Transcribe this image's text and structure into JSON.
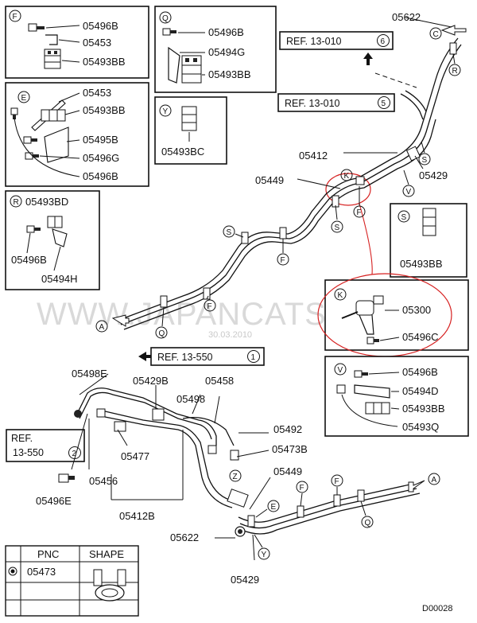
{
  "legend_boxes": {
    "F": {
      "letter": "F",
      "parts": [
        "05496B",
        "05453",
        "05493BB"
      ]
    },
    "Q": {
      "letter": "Q",
      "parts": [
        "05496B",
        "05494G",
        "05493BB"
      ]
    },
    "E": {
      "letter": "E",
      "parts": [
        "05453",
        "05493BB",
        "05495B",
        "05496G",
        "05496B"
      ]
    },
    "Y": {
      "letter": "Y",
      "parts": [
        "05493BC"
      ]
    },
    "R": {
      "letter": "R",
      "parts": [
        "05493BD",
        "05496B",
        "05494H"
      ]
    },
    "S": {
      "letter": "S",
      "parts": [
        "05493BB"
      ]
    },
    "K": {
      "letter": "K",
      "parts": [
        "05300",
        "05496C"
      ]
    },
    "V": {
      "letter": "V",
      "parts": [
        "05496B",
        "05494D",
        "05493BB",
        "05493Q"
      ]
    }
  },
  "refs": {
    "r1": {
      "text": "REF. 13-010",
      "num": "6"
    },
    "r2": {
      "text": "REF. 13-010",
      "num": "5"
    },
    "r3": {
      "text": "REF. 13-550",
      "num": "1"
    },
    "r4": {
      "line1": "REF.",
      "line2": "13-550",
      "num": "2"
    }
  },
  "callouts": {
    "c05622_top": "05622",
    "c05412": "05412",
    "c05449_top": "05449",
    "c05429_top": "05429",
    "c05498E": "05498E",
    "c05429B": "05429B",
    "c05458": "05458",
    "c05498": "05498",
    "c05492": "05492",
    "c05473B": "05473B",
    "c05477": "05477",
    "c05456": "05456",
    "c05449_bot": "05449",
    "c05496E": "05496E",
    "c05412B": "05412B",
    "c05622_bot": "05622",
    "c05429_bot": "05429"
  },
  "markers": {
    "C": "C",
    "R": "R",
    "V": "V",
    "S": "S",
    "K": "K",
    "F": "F",
    "Q": "Q",
    "A": "A",
    "Z": "Z",
    "E": "E",
    "Y": "Y"
  },
  "watermark": {
    "text": "WWW.JAPANCATS.RU",
    "date": "30.03.2010"
  },
  "shape_table": {
    "col_pnc": "PNC",
    "col_shape": "SHAPE",
    "row_pnc": "05473"
  },
  "diagram_code": "D00028"
}
